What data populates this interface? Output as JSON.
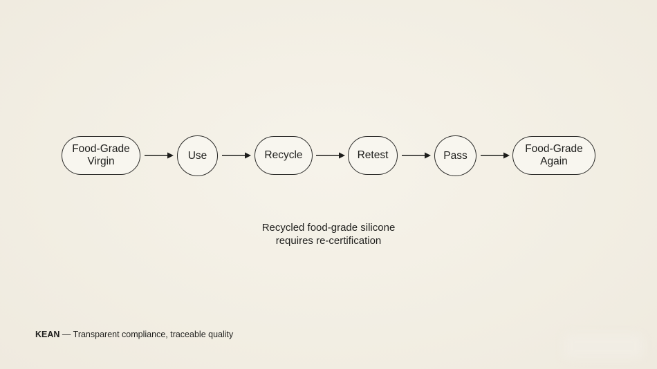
{
  "diagram": {
    "type": "flow",
    "nodes": [
      {
        "id": "n1",
        "label": "Food-Grade\nVirgin",
        "line1": "Food-Grade",
        "line2": "Virgin",
        "shape": "pill"
      },
      {
        "id": "n2",
        "label": "Use",
        "shape": "circle"
      },
      {
        "id": "n3",
        "label": "Recycle",
        "shape": "pill"
      },
      {
        "id": "n4",
        "label": "Retest",
        "shape": "pill"
      },
      {
        "id": "n5",
        "label": "Pass",
        "shape": "circle"
      },
      {
        "id": "n6",
        "label": "Food-Grade\nAgain",
        "line1": "Food-Grade",
        "line2": "Again",
        "shape": "pill"
      }
    ],
    "edges": [
      {
        "from": "n1",
        "to": "n2"
      },
      {
        "from": "n2",
        "to": "n3"
      },
      {
        "from": "n3",
        "to": "n4"
      },
      {
        "from": "n4",
        "to": "n5"
      },
      {
        "from": "n5",
        "to": "n6"
      }
    ],
    "caption_line1": "Recycled food-grade silicone",
    "caption_line2": "requires re-certification"
  },
  "footer": {
    "brand": "KEAN",
    "tagline": " — Transparent compliance, traceable quality"
  },
  "colors": {
    "background": "#f3efe4",
    "stroke": "#2a2a28",
    "text": "#1d1d1b"
  }
}
